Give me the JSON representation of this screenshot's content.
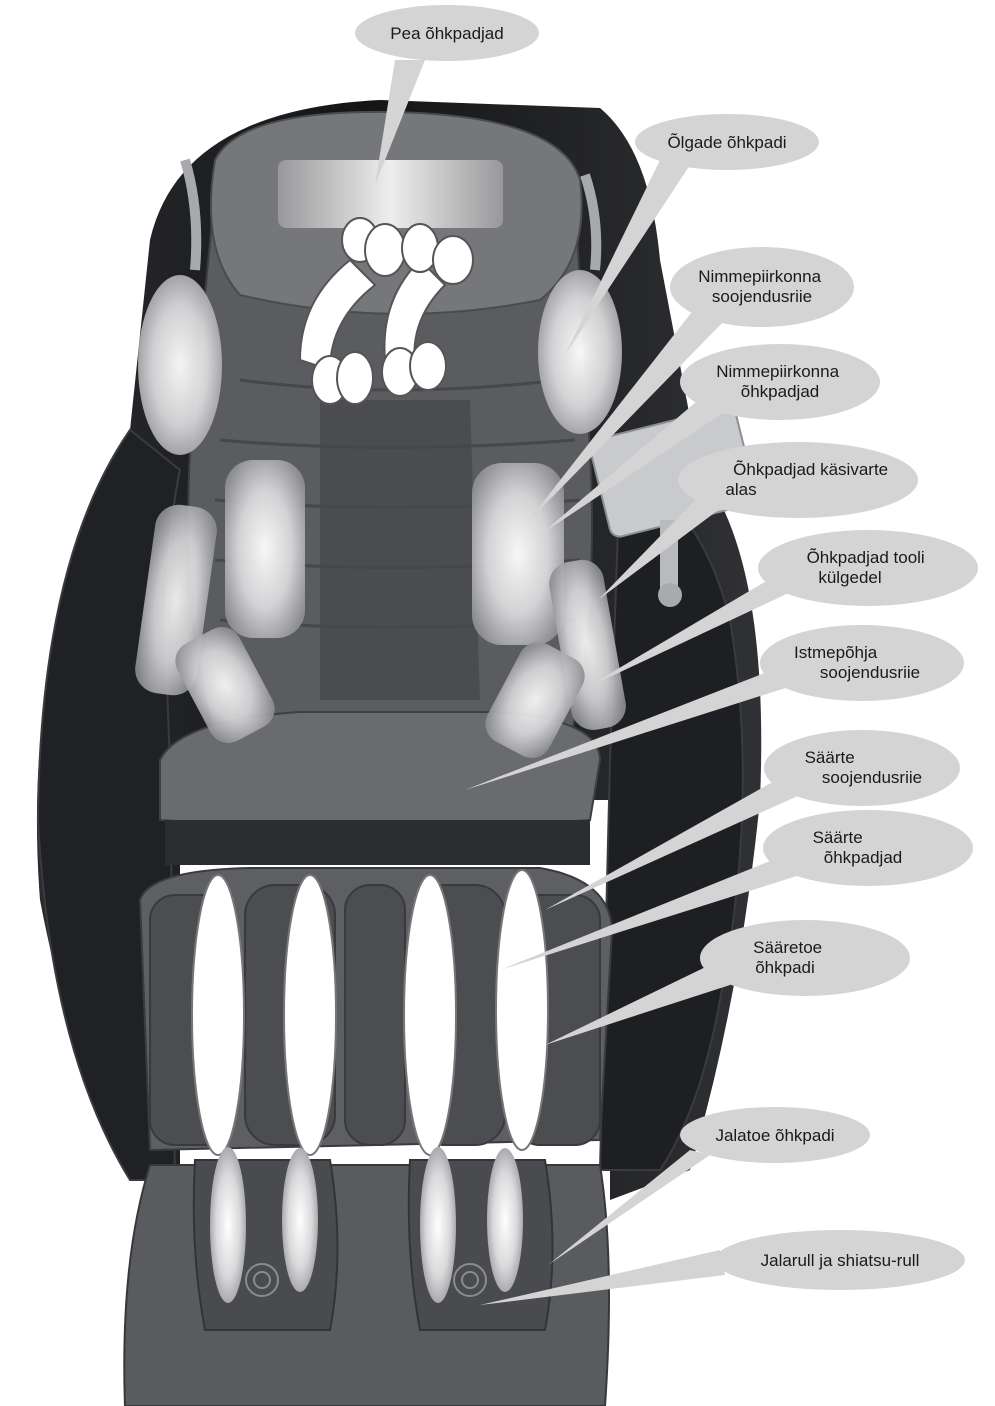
{
  "callouts": [
    {
      "id": "head",
      "lines": [
        "Pea õhkpadjad"
      ]
    },
    {
      "id": "shoulder",
      "lines": [
        "Õlgade õhkpadi"
      ]
    },
    {
      "id": "lumbar-heat",
      "lines": [
        "Nimmepiirkonna",
        "soojendusriie"
      ]
    },
    {
      "id": "lumbar-air",
      "lines": [
        "Nimmepiirkonna",
        "õhkpadjad"
      ]
    },
    {
      "id": "arm-air",
      "lines": [
        "Õhkpadjad käsivarte",
        "alas"
      ]
    },
    {
      "id": "side-air",
      "lines": [
        "Õhkpadjad tooli",
        "külgedel"
      ]
    },
    {
      "id": "seat-heat",
      "lines": [
        "Istmepõhja",
        "soojendusriie"
      ]
    },
    {
      "id": "calf-heat",
      "lines": [
        "Säärte",
        "soojendusriie"
      ]
    },
    {
      "id": "calf-air",
      "lines": [
        "Säärte",
        "õhkpadjad"
      ]
    },
    {
      "id": "shin-air",
      "lines": [
        "Sääretoe",
        "õhkpadi"
      ]
    },
    {
      "id": "foot-air",
      "lines": [
        "Jalatoe õhkpadi"
      ]
    },
    {
      "id": "foot-roller",
      "lines": [
        "Jalarull ja shiatsu-rull"
      ]
    }
  ],
  "colors": {
    "bubble": "#d4d4d4",
    "chair_dark": "#1c1d1f",
    "upholstery": "#58595d",
    "airbag": "#ffffff"
  }
}
